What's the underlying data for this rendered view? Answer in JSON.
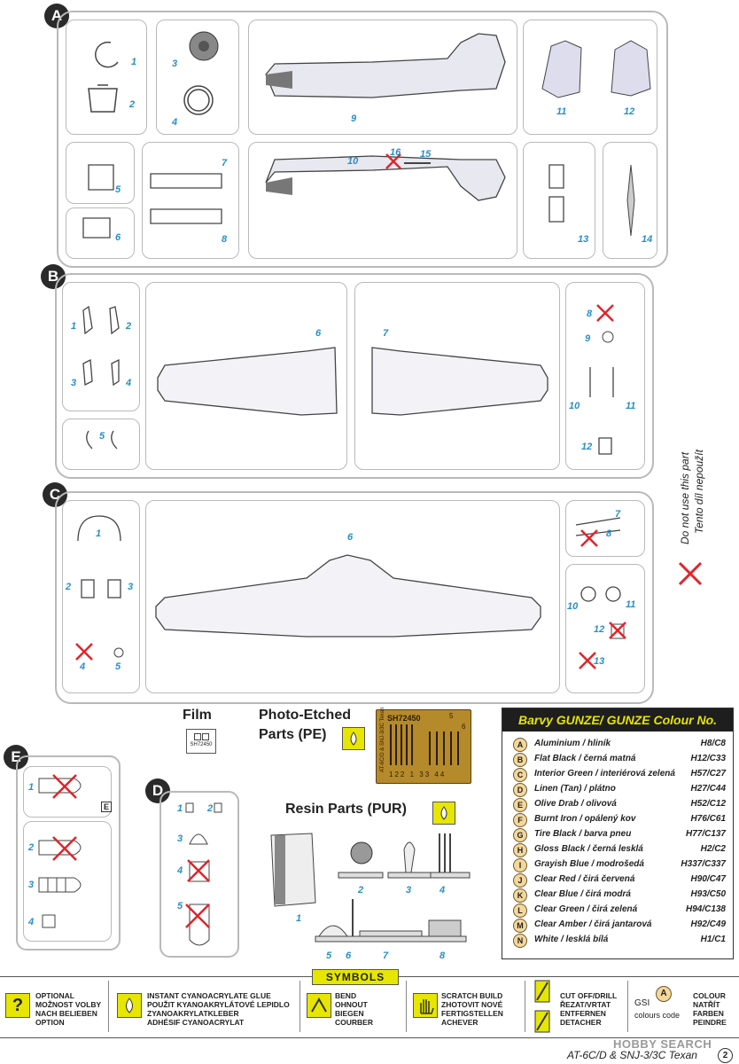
{
  "sprues": {
    "A": {
      "label": "A",
      "parts": [
        "1",
        "2",
        "3",
        "4",
        "5",
        "6",
        "7",
        "8",
        "9",
        "10",
        "11",
        "12",
        "13",
        "14",
        "15",
        "16"
      ]
    },
    "B": {
      "label": "B",
      "parts": [
        "1",
        "2",
        "3",
        "4",
        "5",
        "6",
        "7",
        "8",
        "9",
        "10",
        "11",
        "12"
      ]
    },
    "C": {
      "label": "C",
      "parts": [
        "1",
        "2",
        "3",
        "4",
        "5",
        "6",
        "7",
        "8",
        "10",
        "11",
        "12",
        "13"
      ]
    },
    "D": {
      "label": "D",
      "parts": [
        "1",
        "2",
        "3",
        "4",
        "5"
      ]
    },
    "E": {
      "label": "E",
      "parts": [
        "1",
        "2",
        "3",
        "4"
      ],
      "tag": "E"
    }
  },
  "film": {
    "title": "Film",
    "code": "SH72450"
  },
  "pe": {
    "title_line1": "Photo-Etched",
    "title_line2": "Parts (PE)",
    "code": "SH72450",
    "side_text": "AT-6C/D & SNJ-3/3C Texan",
    "bottom_numbers": "122 1 33 44",
    "n5": "5",
    "n6": "6"
  },
  "resin": {
    "title": "Resin Parts (PUR)",
    "parts": [
      "1",
      "2",
      "3",
      "4",
      "5",
      "6",
      "7",
      "8"
    ]
  },
  "side_note": {
    "line1": "Do not use this part",
    "line2": "Tento díl nepoužít"
  },
  "colours": {
    "title": "Barvy GUNZE/ GUNZE Colour No.",
    "rows": [
      {
        "letter": "A",
        "name": "Aluminium / hliník",
        "code": "H8/C8"
      },
      {
        "letter": "B",
        "name": "Flat Black / černá matná",
        "code": "H12/C33"
      },
      {
        "letter": "C",
        "name": "Interior Green / interiérová zelená",
        "code": "H57/C27"
      },
      {
        "letter": "D",
        "name": "Linen (Tan) / plátno",
        "code": "H27/C44"
      },
      {
        "letter": "E",
        "name": "Olive Drab / olivová",
        "code": "H52/C12"
      },
      {
        "letter": "F",
        "name": "Burnt Iron / opálený kov",
        "code": "H76/C61"
      },
      {
        "letter": "G",
        "name": "Tire Black / barva pneu",
        "code": "H77/C137"
      },
      {
        "letter": "H",
        "name": "Gloss Black / černá lesklá",
        "code": "H2/C2"
      },
      {
        "letter": "I",
        "name": "Grayish Blue / modrošedá",
        "code": "H337/C337"
      },
      {
        "letter": "J",
        "name": "Clear Red / čirá červená",
        "code": "H90/C47"
      },
      {
        "letter": "K",
        "name": "Clear Blue / čirá modrá",
        "code": "H93/C50"
      },
      {
        "letter": "L",
        "name": "Clear Green / čirá zelená",
        "code": "H94/C138"
      },
      {
        "letter": "M",
        "name": "Clear Amber / čirá jantarová",
        "code": "H92/C49"
      },
      {
        "letter": "N",
        "name": "White / lesklá bílá",
        "code": "H1/C1"
      }
    ]
  },
  "symbols": {
    "title": "SYMBOLS",
    "optional": {
      "icon": "question-icon",
      "lines": [
        "OPTIONAL",
        "MOŽNOST VOLBY",
        "NACH BELIEBEN",
        "OPTION"
      ]
    },
    "glue": {
      "icon": "glue-drop-icon",
      "lines": [
        "INSTANT CYANOACRYLATE GLUE",
        "POUŽIT KYANOAKRYLÁTOVÉ LEPIDLO",
        "ZYANOAKRYLATKLEBER",
        "ADHÉSIF CYANOACRYLAT"
      ]
    },
    "bend": {
      "icon": "bend-icon",
      "lines": [
        "BEND",
        "OHNOUT",
        "BIEGEN",
        "COURBER"
      ]
    },
    "scratch": {
      "icon": "hand-icon",
      "lines": [
        "SCRATCH BUILD",
        "ZHOTOVIT NOVÉ",
        "FERTIGSTELLEN",
        "ACHEVER"
      ]
    },
    "cut": {
      "icon": "cut-icon",
      "lines": [
        "CUT OFF/DRILL",
        "ŘEZAT/VRTAT",
        "ENTFERNEN",
        "DETACHER"
      ]
    },
    "colour": {
      "gsi": "GSI",
      "letter": "A",
      "code_label": "colours code",
      "lines": [
        "COLOUR",
        "NATŘÍT",
        "FARBEN",
        "PEINDRE"
      ]
    }
  },
  "footer": {
    "title": "AT-6C/D & SNJ-3/3C Texan",
    "page": "2",
    "watermark": "HOBBY SEARCH"
  },
  "colors": {
    "accent_blue": "#2a8fc7",
    "cross_red": "#e0252b",
    "yellow": "#e6e600"
  }
}
